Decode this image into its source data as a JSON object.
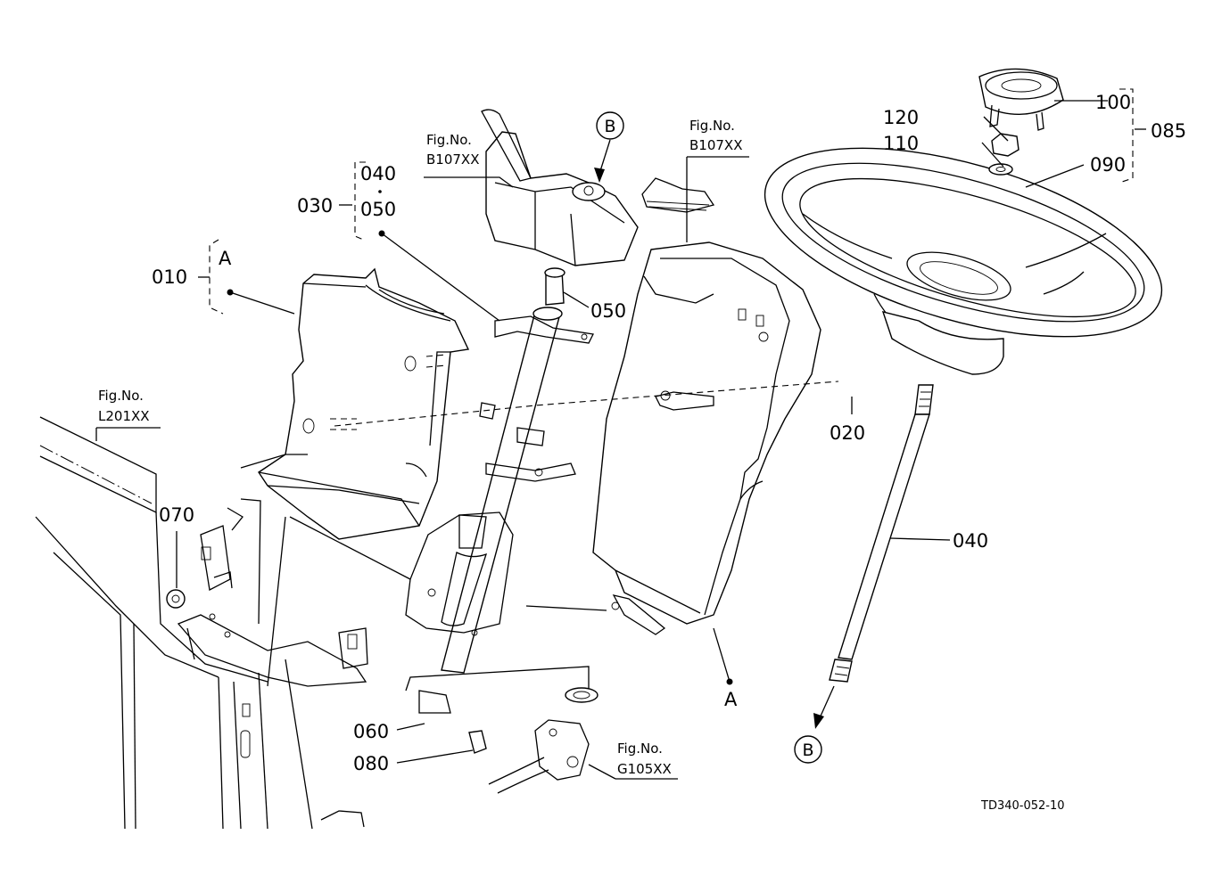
{
  "callouts": {
    "c010": "010",
    "cA_top": "A",
    "c030": "030",
    "c040_top": "040",
    "c050_top": "050",
    "c050_mid": "050",
    "c070": "070",
    "c060": "060",
    "c080": "080",
    "cA_bottom": "A",
    "c020": "020",
    "c040_shaft": "040",
    "c100": "100",
    "c120": "120",
    "c110": "110",
    "c090": "090",
    "c085": "085",
    "cB_top": "B",
    "cB_bottom": "B"
  },
  "fig_refs": {
    "ref1_title": "Fig.No.",
    "ref1_code": "B107XX",
    "ref2_title": "Fig.No.",
    "ref2_code": "B107XX",
    "ref3_title": "Fig.No.",
    "ref3_code": "L201XX",
    "ref4_title": "Fig.No.",
    "ref4_code": "G105XX"
  },
  "drawing_code": "TD340-052-10",
  "icons": [
    "bullet-dot",
    "arrow"
  ]
}
